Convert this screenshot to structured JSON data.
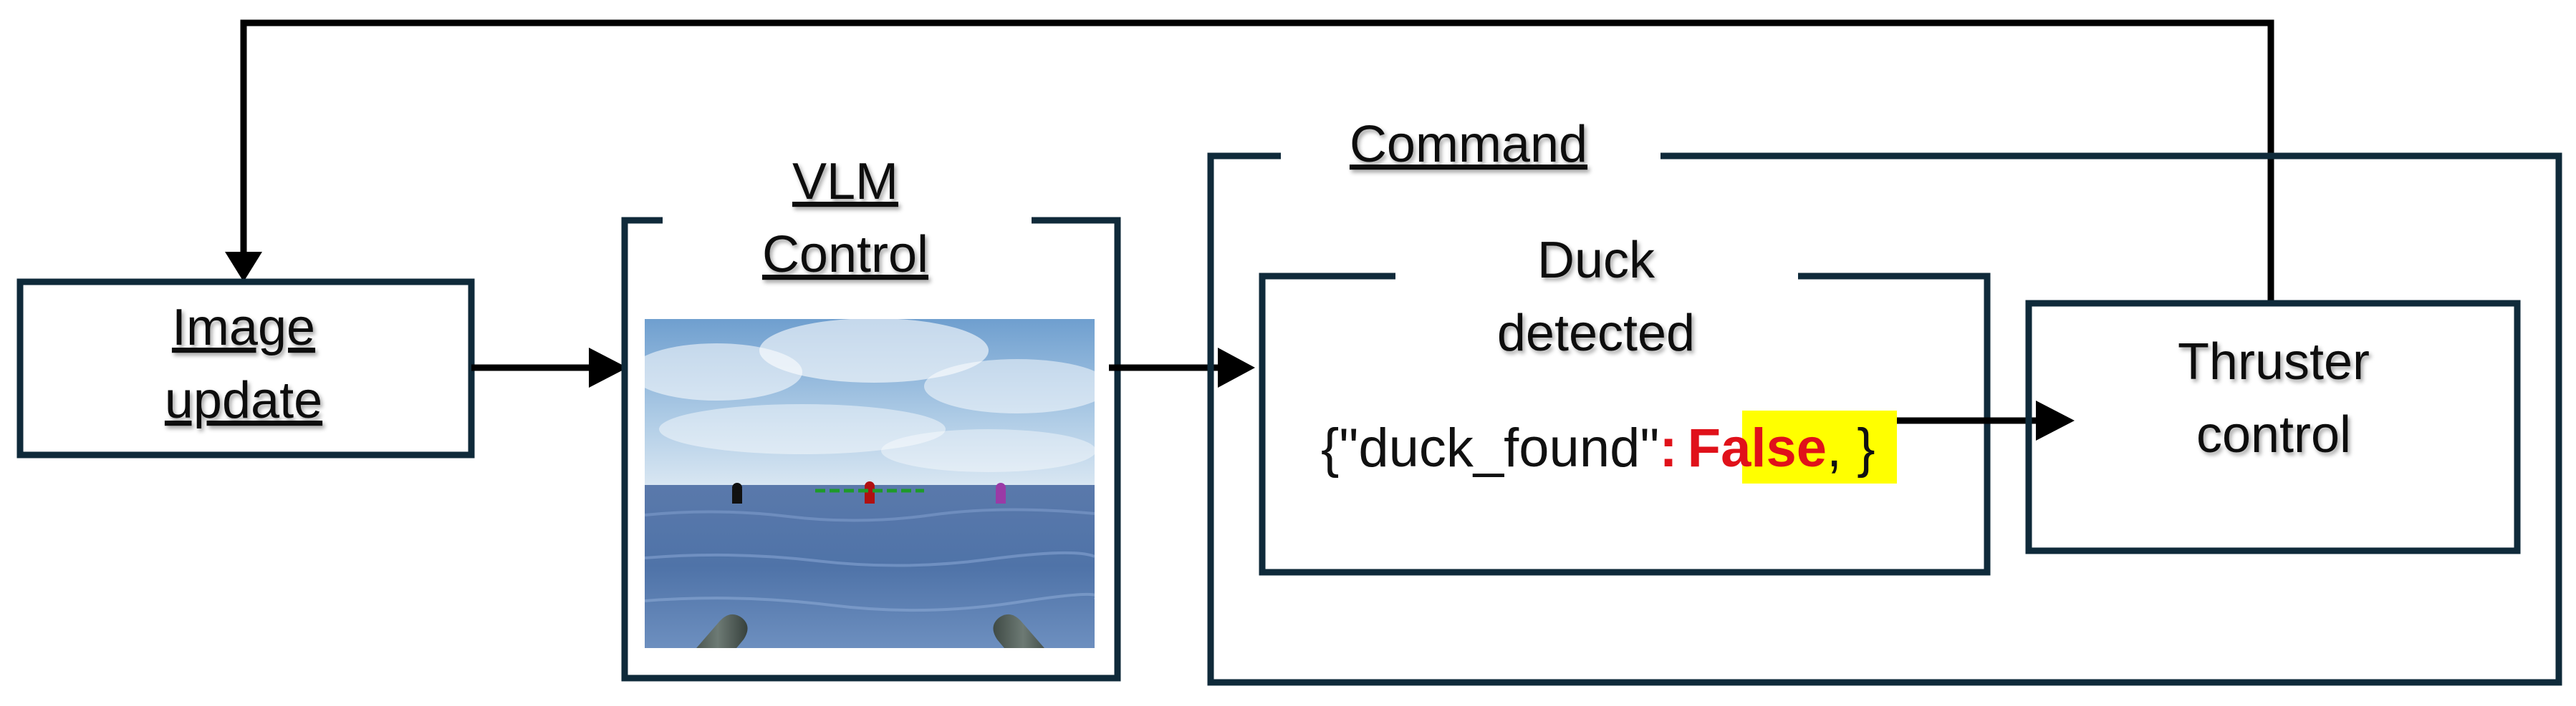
{
  "nodes": {
    "image_update": {
      "line1": "Image",
      "line2": "update"
    },
    "vlm_control": {
      "line1": "VLM",
      "line2": "Control"
    },
    "command": {
      "label": "Command"
    },
    "duck_detected": {
      "line1": "Duck",
      "line2": "detected"
    },
    "thruster_control": {
      "line1": "Thruster",
      "line2": "control"
    }
  },
  "code": {
    "open": "{\"duck_found\"",
    "colon": ":",
    "value": "False",
    "close": ", }"
  },
  "colors": {
    "box_stroke": "#0f2a3a",
    "arrow": "#000000",
    "highlight": "#ffff00",
    "false_text": "#e0111a"
  },
  "icons": {
    "scene": "sea-scene-with-buoys"
  }
}
